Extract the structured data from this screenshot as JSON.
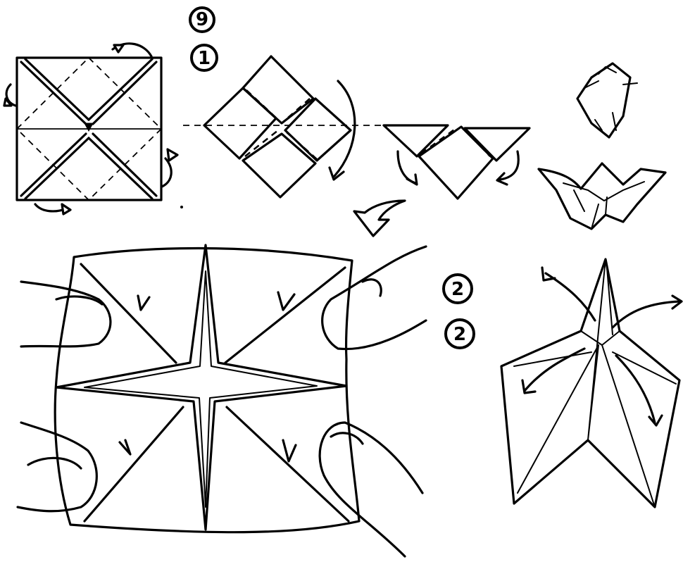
{
  "step_labels": {
    "top_first": "9",
    "top_second": "1",
    "right_first": "2",
    "right_second": "2"
  }
}
